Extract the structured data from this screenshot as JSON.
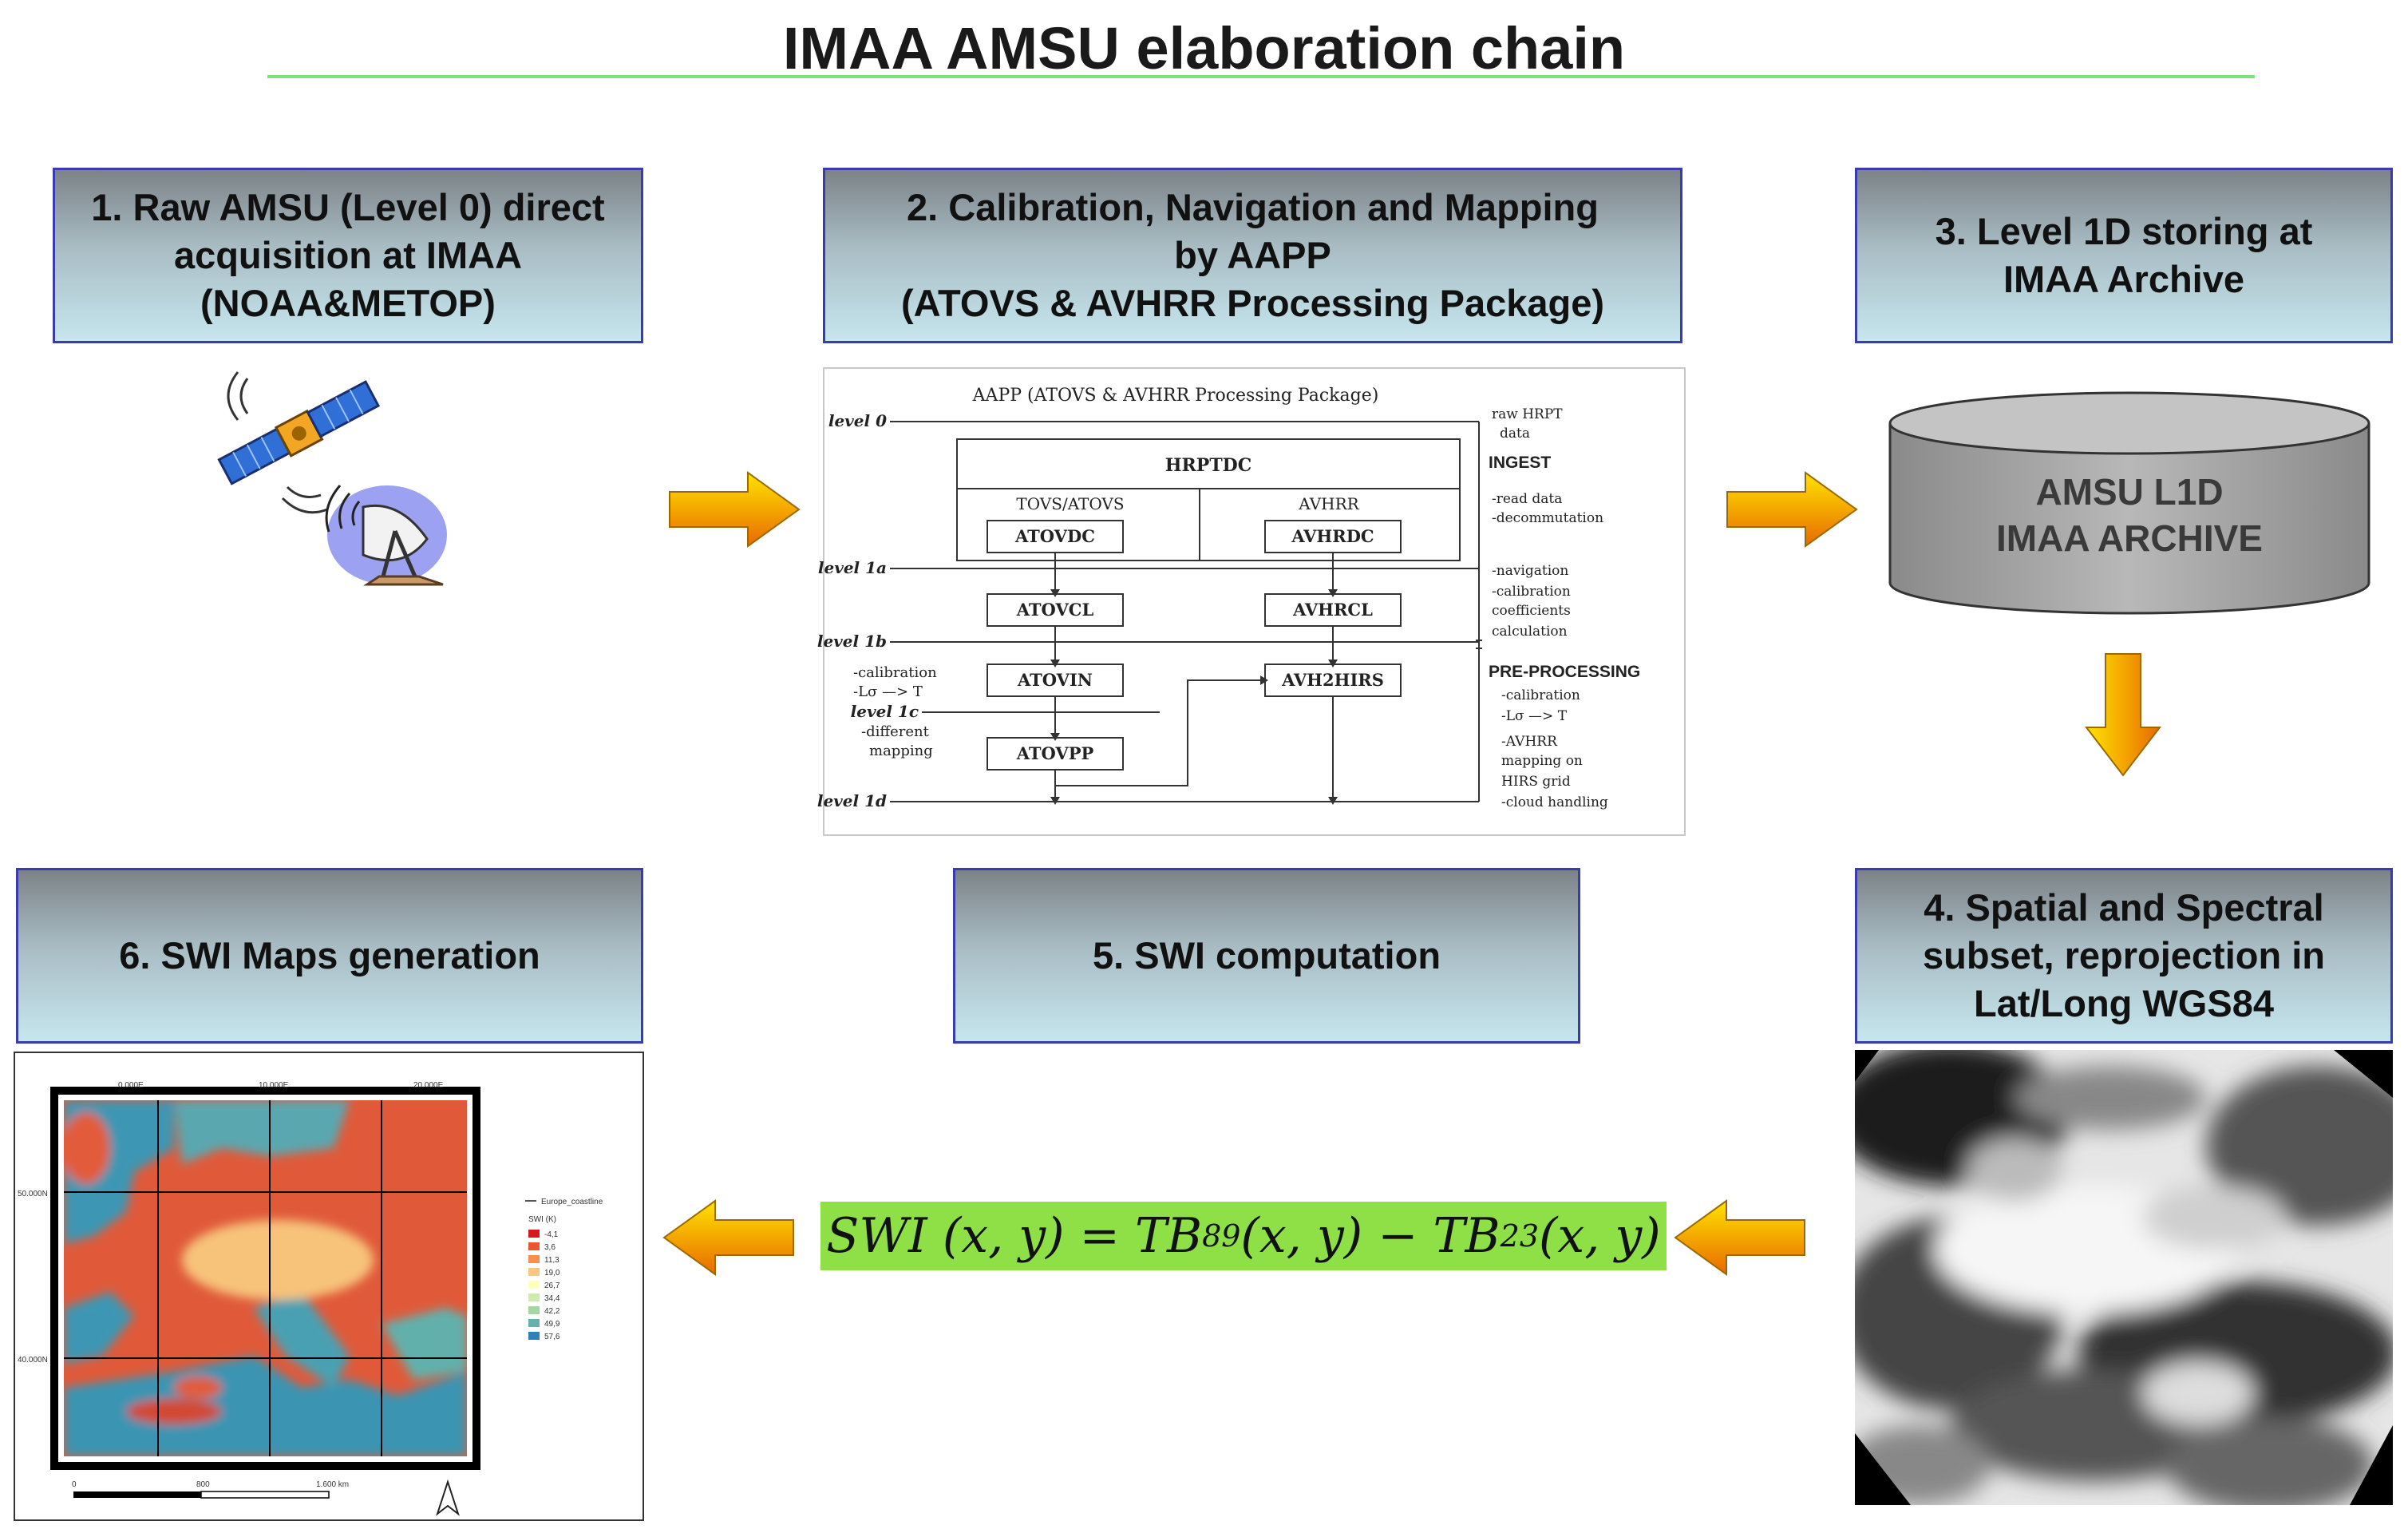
{
  "title": "IMAA AMSU elaboration chain",
  "steps": {
    "s1": [
      "1. Raw AMSU (Level 0) direct",
      "acquisition at IMAA",
      "(NOAA&METOP)"
    ],
    "s2": [
      "2. Calibration, Navigation and Mapping",
      "by AAPP",
      "(ATOVS & AVHRR Processing Package)"
    ],
    "s3": [
      "3. Level 1D storing at",
      "IMAA Archive"
    ],
    "s4": [
      "4. Spatial and Spectral",
      "subset, reprojection in",
      "Lat/Long WGS84"
    ],
    "s5": [
      "5. SWI computation"
    ],
    "s6": [
      "6. SWI Maps generation"
    ]
  },
  "archive": [
    "AMSU L1D",
    "IMAA ARCHIVE"
  ],
  "formula": {
    "lhs": "SWI (x, y) = TB",
    "sub1": "89",
    "mid": "(x, y) − TB",
    "sub2": "23",
    "rhs": "(x, y)"
  },
  "aapp": {
    "title": "AAPP (ATOVS & AVHRR Processing Package)",
    "levels": [
      "level 0",
      "level 1a",
      "level 1b",
      "level 1c",
      "level 1d"
    ],
    "hrptdc": "HRPTDC",
    "branch_left": "TOVS/ATOVS",
    "branch_right": "AVHRR",
    "modules": [
      "ATOVDC",
      "AVHRDC",
      "ATOVCL",
      "AVHRCL",
      "ATOVIN",
      "AVH2HIRS",
      "ATOVPP"
    ],
    "left_notes": [
      "-calibration",
      "-Lσ —> T",
      "-different",
      "mapping"
    ],
    "right_notes": [
      "raw HRPT",
      "data",
      "INGEST",
      "-read data",
      "-decommutation",
      "-navigation",
      "-calibration",
      "coefficients",
      "calculation",
      "PRE-PROCESSING",
      "-calibration",
      "-Lσ —> T",
      "-AVHRR",
      "mapping on",
      "HIRS grid",
      "-cloud handling"
    ]
  },
  "map": {
    "top_ticks": [
      "0.000E",
      "10.000E",
      "20.000E"
    ],
    "left_ticks": [
      "50.000N",
      "40.000N"
    ],
    "legend_coastline": "Europe_coastline",
    "legend_title": "SWI (K)",
    "legend_values": [
      "-4,1",
      "3,6",
      "11,3",
      "19,0",
      "26,7",
      "34,4",
      "42,2",
      "49,9",
      "57,6"
    ],
    "scale_labels": [
      "0",
      "800",
      "1.600 km"
    ]
  },
  "colors": {
    "step_border": "#3b3bb0",
    "title_rule": "#7fe07f",
    "formula_bg": "#8fe046",
    "arrow_top": "#ffe400",
    "arrow_bottom": "#e86a00",
    "legend_swatches": [
      "#d7191c",
      "#e9562f",
      "#f88f4e",
      "#fec685",
      "#ffffbf",
      "#d0ebb0",
      "#a5d7a5",
      "#68b0ab",
      "#2b83ba"
    ]
  }
}
